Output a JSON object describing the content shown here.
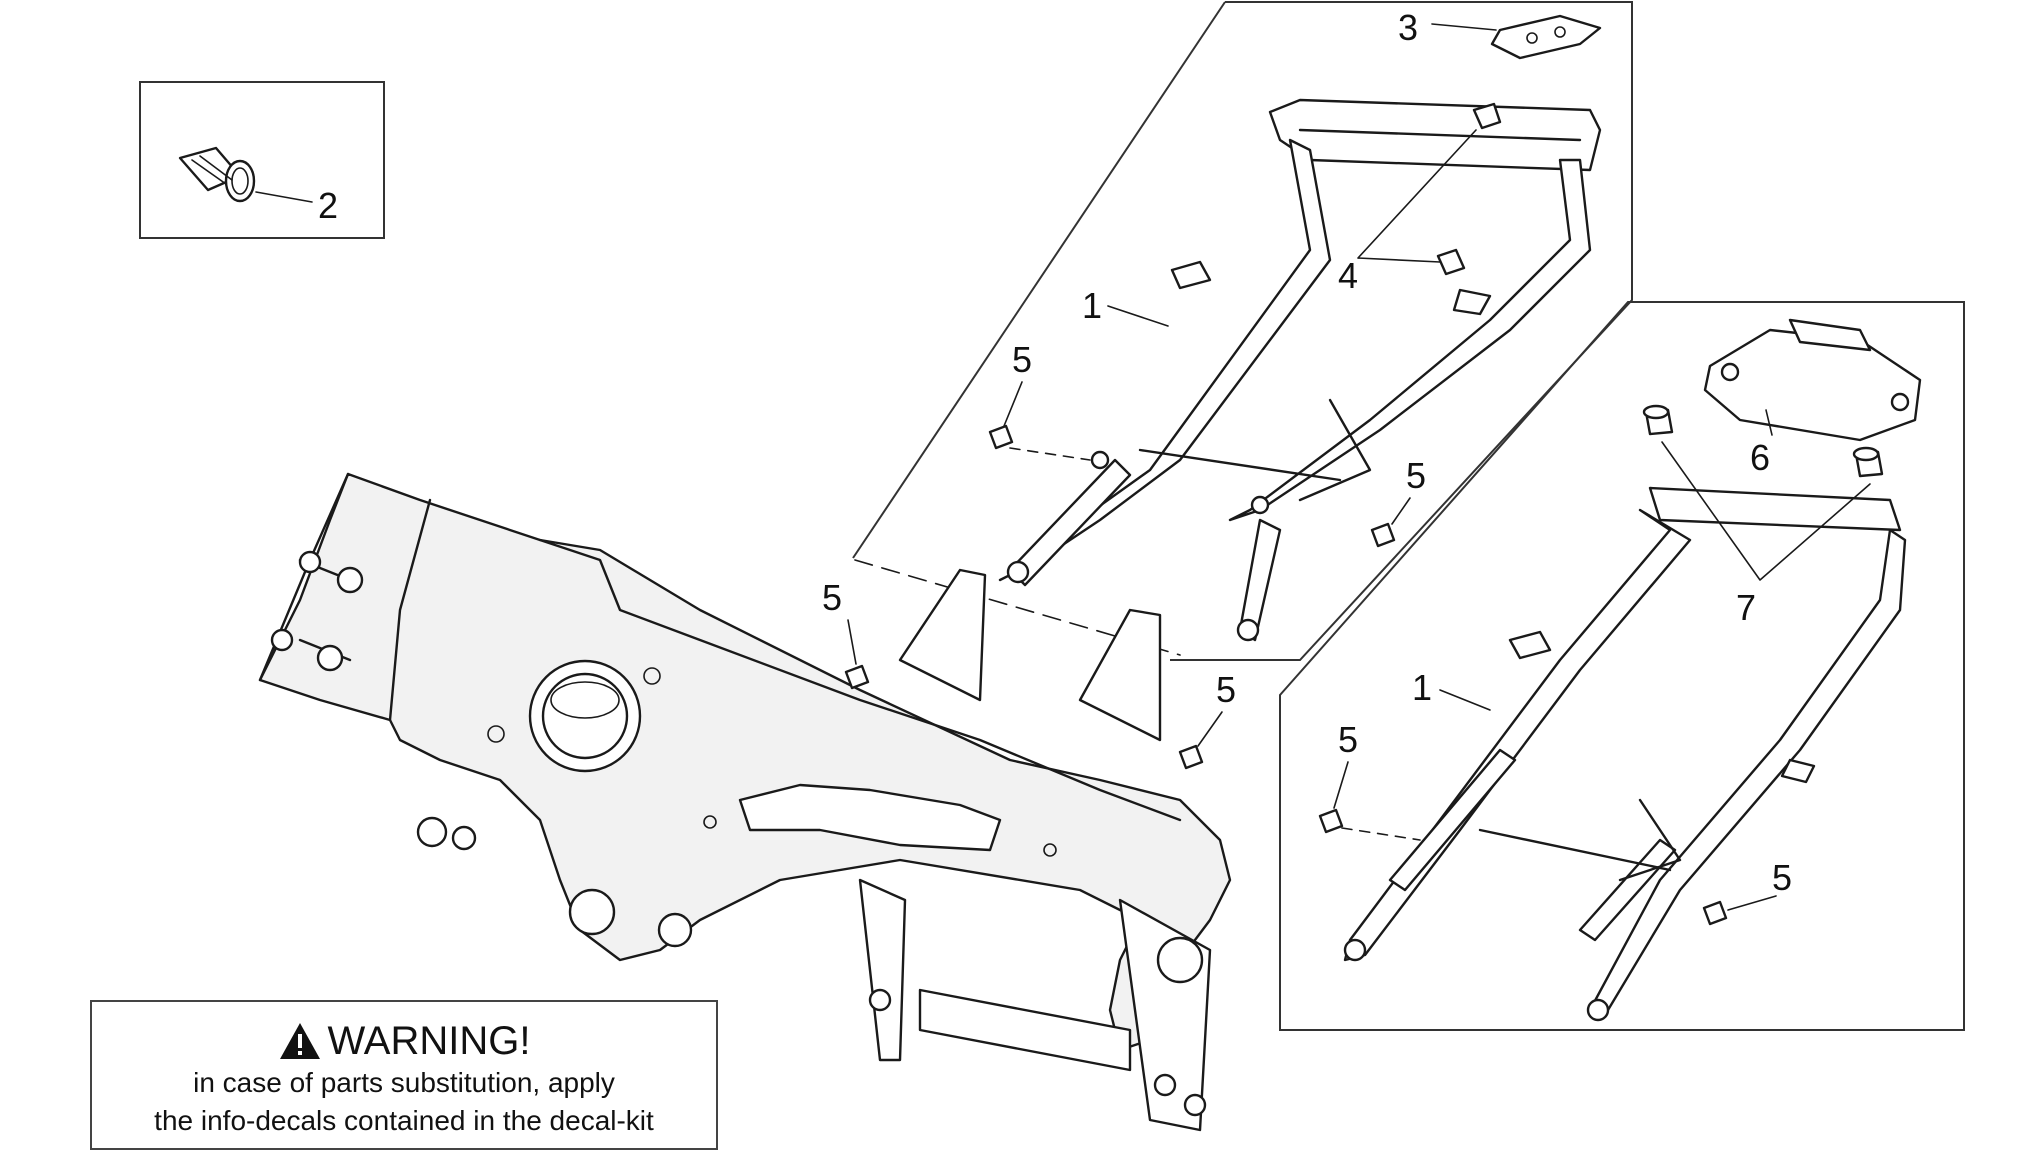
{
  "callouts": [
    {
      "id": "c1a",
      "text": "1"
    },
    {
      "id": "c1b",
      "text": "1"
    },
    {
      "id": "c2",
      "text": "2"
    },
    {
      "id": "c3",
      "text": "3"
    },
    {
      "id": "c4",
      "text": "4"
    },
    {
      "id": "c5a",
      "text": "5"
    },
    {
      "id": "c5b",
      "text": "5"
    },
    {
      "id": "c5c",
      "text": "5"
    },
    {
      "id": "c5d",
      "text": "5"
    },
    {
      "id": "c5e",
      "text": "5"
    },
    {
      "id": "c5f",
      "text": "5"
    },
    {
      "id": "c6",
      "text": "6"
    },
    {
      "id": "c7",
      "text": "7"
    }
  ],
  "warning": {
    "icon": "warning-triangle-icon",
    "title": "WARNING!",
    "line1": "in case of parts substitution, apply",
    "line2": "the info-decals contained in the decal-kit"
  }
}
